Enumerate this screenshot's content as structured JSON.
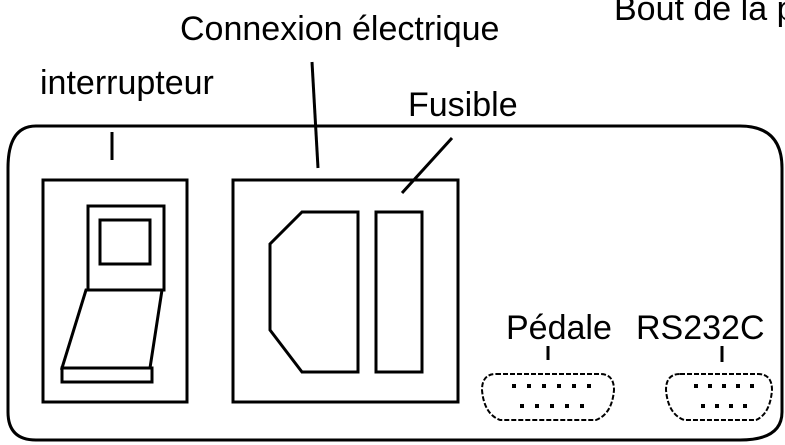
{
  "labels": {
    "top_right_fragment": "Bout de la p",
    "power_connection": "Connexion électrique",
    "switch": "interrupteur",
    "fuse": "Fusible",
    "pedal": "Pédale",
    "serial": "RS232C"
  },
  "colors": {
    "ink": "#000000",
    "background": "#ffffff"
  }
}
